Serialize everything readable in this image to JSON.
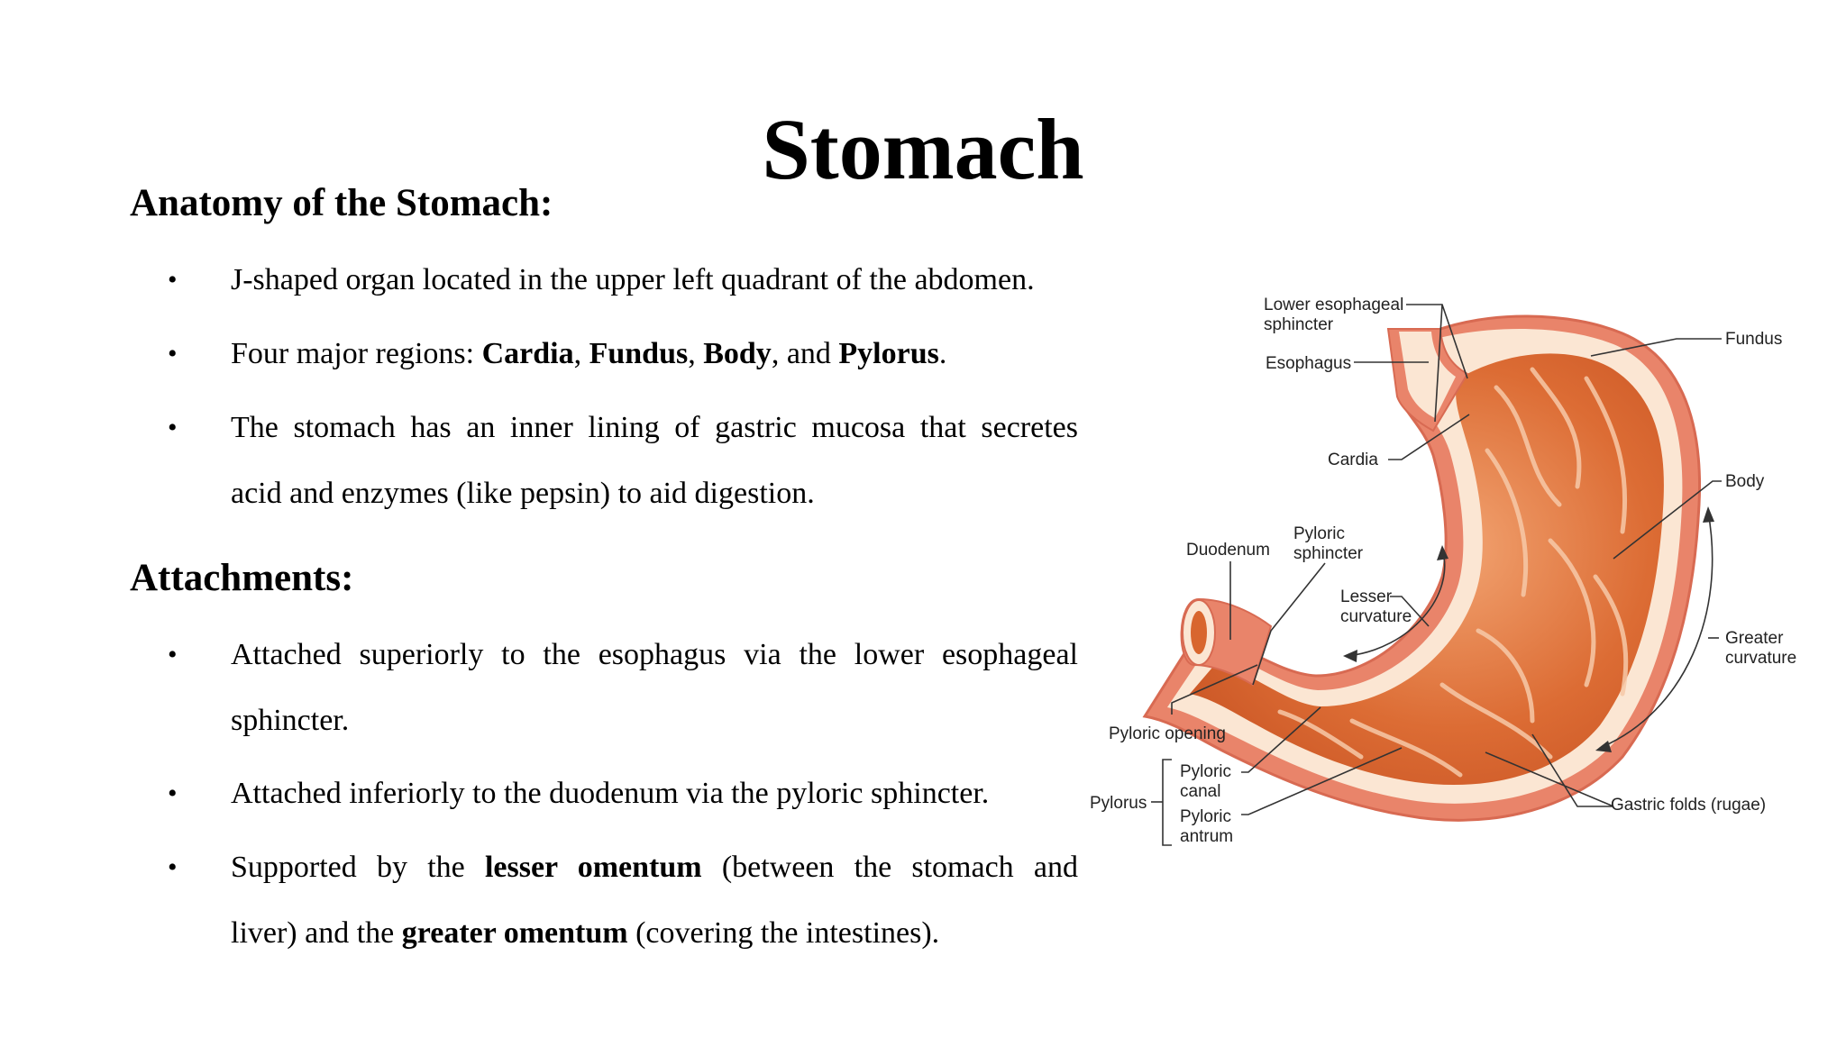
{
  "title": "Stomach",
  "anatomy": {
    "heading": "Anatomy of the Stomach:",
    "bullet1": "J-shaped organ located in the upper left quadrant of the abdomen.",
    "bullet2": {
      "prefix": "Four major regions: ",
      "r1": "Cardia",
      "sep1": ", ",
      "r2": "Fundus",
      "sep2": ", ",
      "r3": "Body",
      "sep3": ", and ",
      "r4": "Pylorus",
      "end": "."
    },
    "bullet3_line1": "The stomach has an inner lining of gastric mucosa that secretes",
    "bullet3_line2": "acid and enzymes (like pepsin) to aid digestion."
  },
  "attachments": {
    "heading": "Attachments:",
    "bullet1_line1": "Attached superiorly to the esophagus via the lower esophageal",
    "bullet1_line2": "sphincter.",
    "bullet2": "Attached inferiorly to the duodenum via the pyloric sphincter.",
    "bullet3_line1": {
      "prefix": "Supported by the ",
      "bold": "lesser omentum",
      "suffix": " (between the stomach and"
    },
    "bullet3_line2": {
      "prefix": "liver) and the ",
      "bold": "greater omentum",
      "suffix": " (covering the intestines)."
    }
  },
  "bullet_char": "•",
  "diagram_labels": {
    "lower_esophageal_1": "Lower esophageal",
    "lower_esophageal_2": "sphincter",
    "esophagus": "Esophagus",
    "cardia": "Cardia",
    "fundus": "Fundus",
    "body": "Body",
    "duodenum": "Duodenum",
    "pyloric_sphincter_1": "Pyloric",
    "pyloric_sphincter_2": "sphincter",
    "lesser_curvature_1": "Lesser",
    "lesser_curvature_2": "curvature",
    "greater_curvature_1": "Greater",
    "greater_curvature_2": "curvature",
    "pyloric_opening": "Pyloric opening",
    "pylorus": "Pylorus",
    "pyloric_canal_1": "Pyloric",
    "pyloric_canal_2": "canal",
    "pyloric_antrum_1": "Pyloric",
    "pyloric_antrum_2": "antrum",
    "gastric_folds": "Gastric folds (rugae)"
  },
  "colors": {
    "stomach_outer": "#e9846a",
    "stomach_inner": "#d8662e",
    "mucosa_light": "#f6c7a6",
    "rim": "#fbe6d3"
  }
}
